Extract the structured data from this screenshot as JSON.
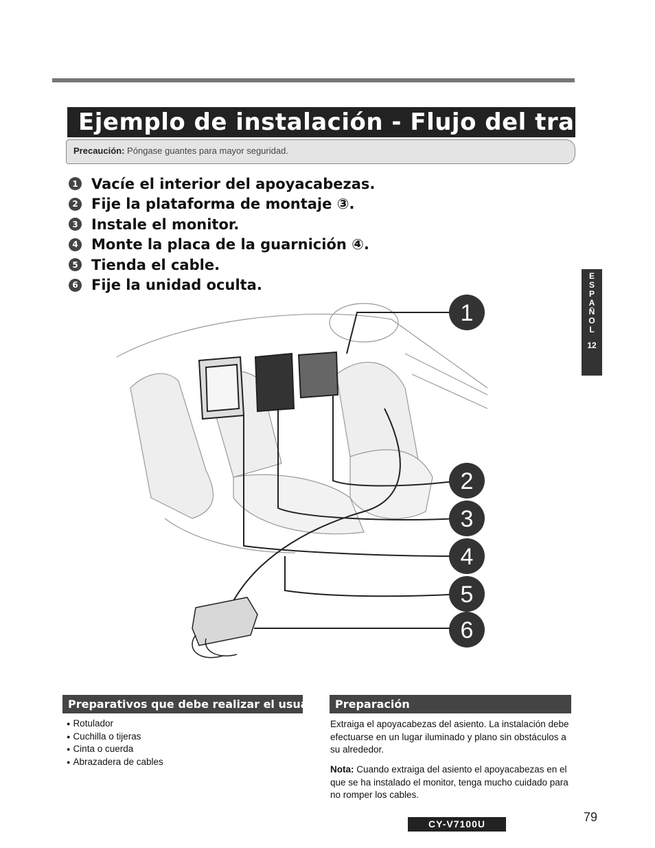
{
  "title": "Ejemplo de instalación - Flujo del trabajo",
  "caution": {
    "label": "Precaución:",
    "text": "Póngase guantes para mayor seguridad."
  },
  "steps": [
    {
      "num": "1",
      "text": "Vacíe el interior del apoyacabezas."
    },
    {
      "num": "2",
      "text": "Fije la plataforma de montaje ③."
    },
    {
      "num": "3",
      "text": "Instale el monitor."
    },
    {
      "num": "4",
      "text": "Monte la placa de la guarnición ④."
    },
    {
      "num": "5",
      "text": "Tienda el cable."
    },
    {
      "num": "6",
      "text": "Fije la unidad oculta."
    }
  ],
  "callouts": [
    "1",
    "2",
    "3",
    "4",
    "5",
    "6"
  ],
  "side_tab": {
    "letters": [
      "E",
      "S",
      "P",
      "A",
      "Ñ",
      "O",
      "L"
    ],
    "page": "12"
  },
  "user_prep": {
    "heading": "Preparativos que debe realizar el usuario",
    "items": [
      "Rotulador",
      "Cuchilla o tijeras",
      "Cinta o cuerda",
      "Abrazadera de cables"
    ]
  },
  "prep": {
    "heading": "Preparación",
    "text": "Extraiga el apoyacabezas del asiento. La instalación debe efectuarse en un lugar iluminado y plano sin obstáculos a su alrededor.",
    "note_label": "Nota:",
    "note_text": "Cuando extraiga del asiento el apoyacabezas en el que se ha instalado el monitor, tenga mucho cuidado para no romper los cables."
  },
  "model": "CY-V7100U",
  "page_number": "79"
}
